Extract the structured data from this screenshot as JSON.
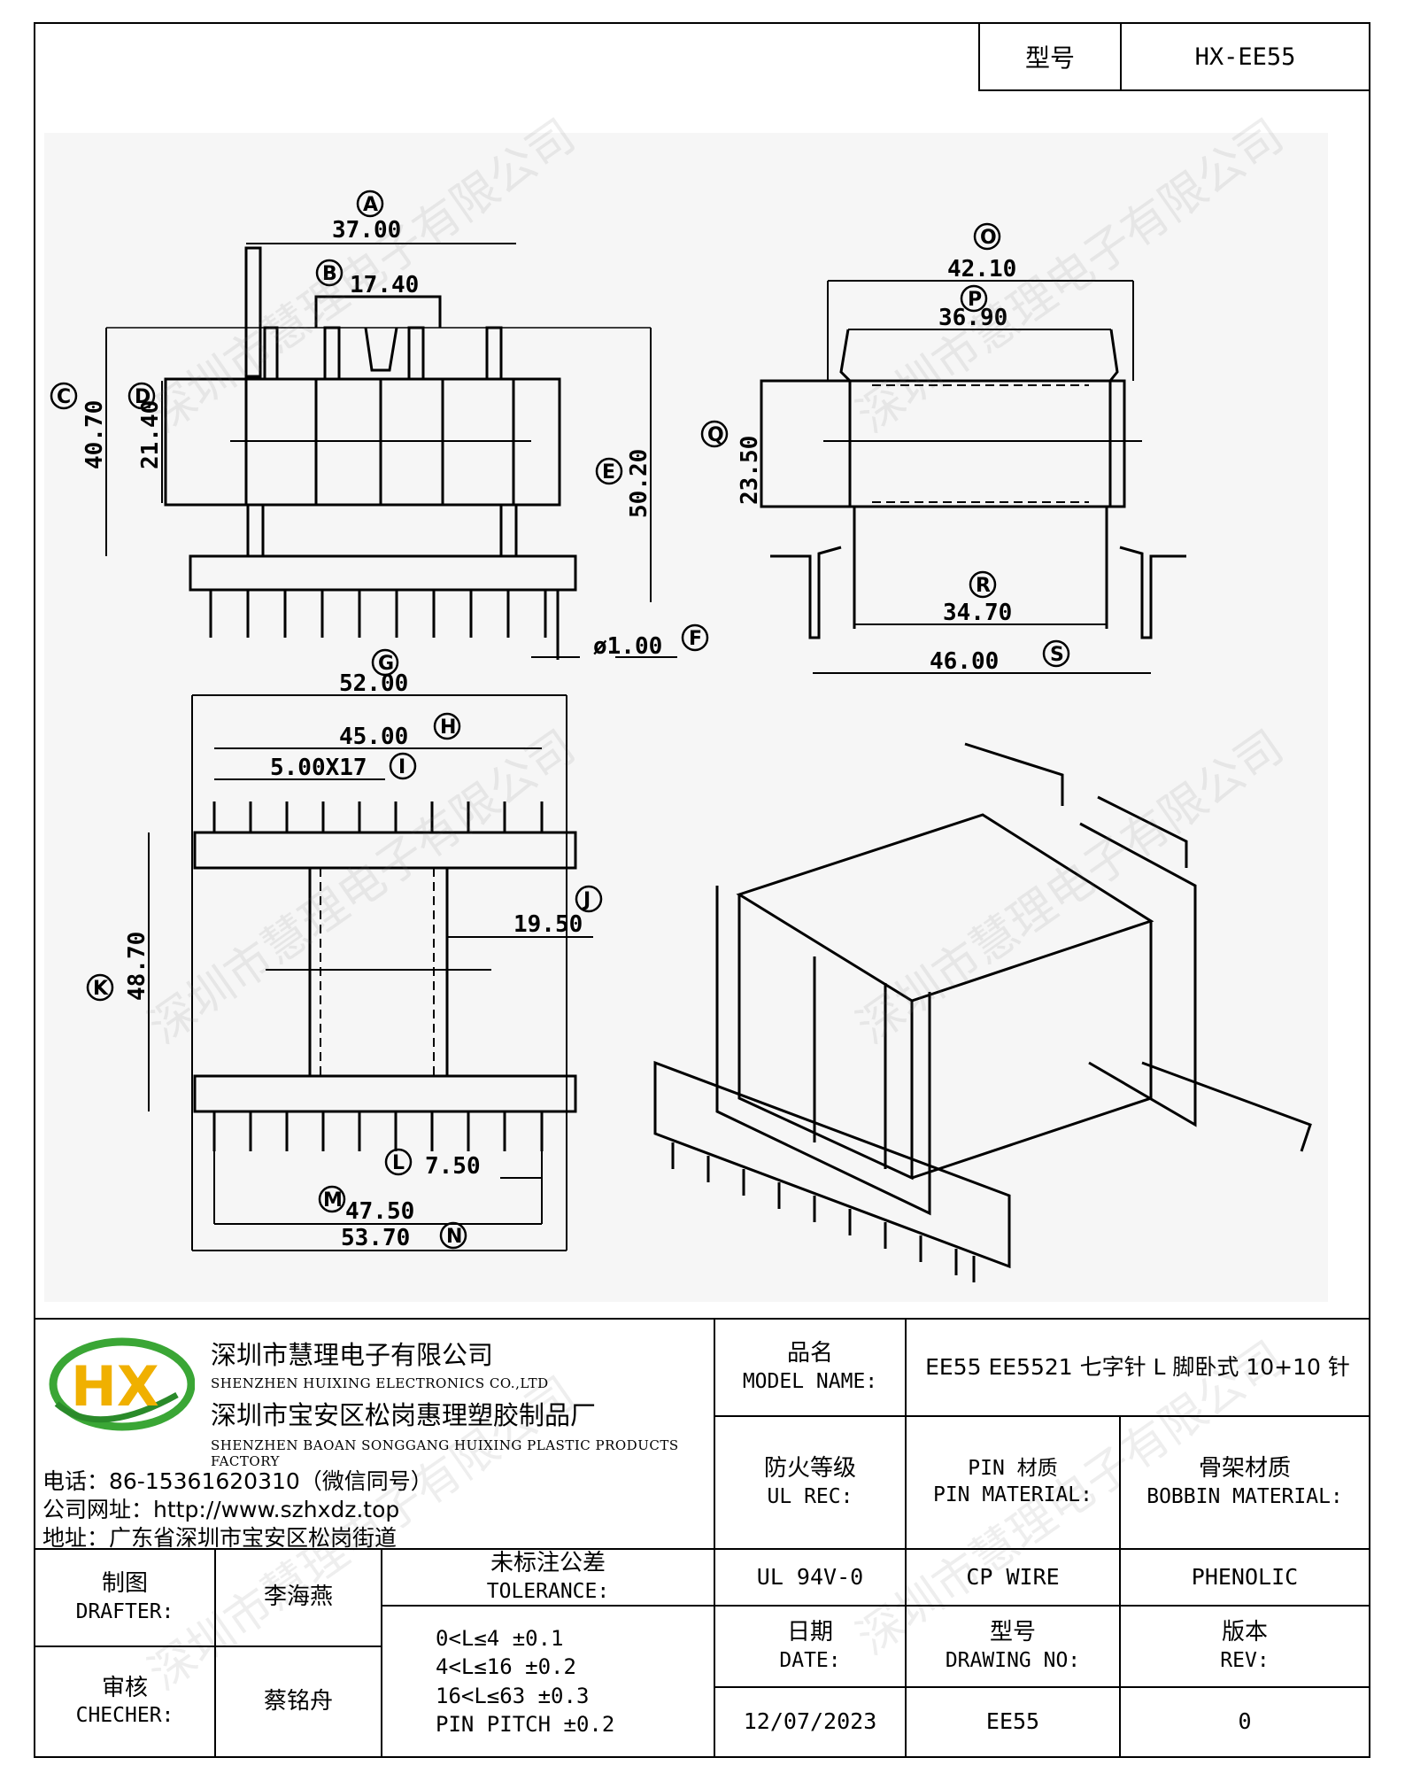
{
  "header": {
    "model_key": "型号",
    "model_value": "HX-EE55"
  },
  "watermark": "深圳市慧理电子有限公司",
  "dimensions": {
    "A": "37.00",
    "B": "17.40",
    "C": "40.70",
    "D": "21.40",
    "E": "50.20",
    "F": "ø1.00",
    "G": "52.00",
    "H": "45.00",
    "I": "5.00X17",
    "J": "19.50",
    "K": "48.70",
    "L": "7.50",
    "M": "47.50",
    "N": "53.70",
    "O": "42.10",
    "P": "36.90",
    "Q": "23.50",
    "R": "34.70",
    "S": "46.00"
  },
  "dimension_letters": [
    "A",
    "B",
    "C",
    "D",
    "E",
    "F",
    "G",
    "H",
    "I",
    "J",
    "K",
    "L",
    "M",
    "N",
    "O",
    "P",
    "Q",
    "R",
    "S"
  ],
  "company": {
    "name_cn": "深圳市慧理电子有限公司",
    "name_en": "SHENZHEN HUIXING ELECTRONICS CO.,LTD",
    "factory_cn": "深圳市宝安区松岗惠理塑胶制品厂",
    "factory_en": "SHENZHEN BAOAN SONGGANG HUIXING PLASTIC PRODUCTS FACTORY",
    "phone": "电话：86-15361620310（微信同号）",
    "website": "公司网址：http://www.szhxdz.top",
    "address": "地址：广东省深圳市宝安区松岗街道",
    "logo_text": "HX"
  },
  "title_block": {
    "model_name_cn": "品名",
    "model_name_en": "MODEL NAME:",
    "model_name_value": "EE55 EE5521 七字针 L 脚卧式 10+10 针",
    "ul_cn": "防火等级",
    "ul_en": "UL REC:",
    "ul_value": "UL 94V-0",
    "pin_cn": "PIN 材质",
    "pin_en": "PIN MATERIAL:",
    "pin_value": "CP WIRE",
    "bobbin_cn": "骨架材质",
    "bobbin_en": "BOBBIN MATERIAL:",
    "bobbin_value": "PHENOLIC",
    "drafter_cn": "制图",
    "drafter_en": "DRAFTER:",
    "drafter_value": "李海燕",
    "checker_cn": "审核",
    "checker_en": "CHECHER:",
    "checker_value": "蔡铭舟",
    "tolerance_cn": "未标注公差",
    "tolerance_en": "TOLERANCE:",
    "tolerance_lines": [
      "0<L≤4   ±0.1",
      "4<L≤16  ±0.2",
      "16<L≤63 ±0.3",
      "PIN PITCH ±0.2"
    ],
    "date_cn": "日期",
    "date_en": "DATE:",
    "date_value": "12/07/2023",
    "drawing_no_cn": "型号",
    "drawing_no_en": "DRAWING NO:",
    "drawing_no_value": "EE55",
    "rev_cn": "版本",
    "rev_en": "REV:",
    "rev_value": "0"
  }
}
